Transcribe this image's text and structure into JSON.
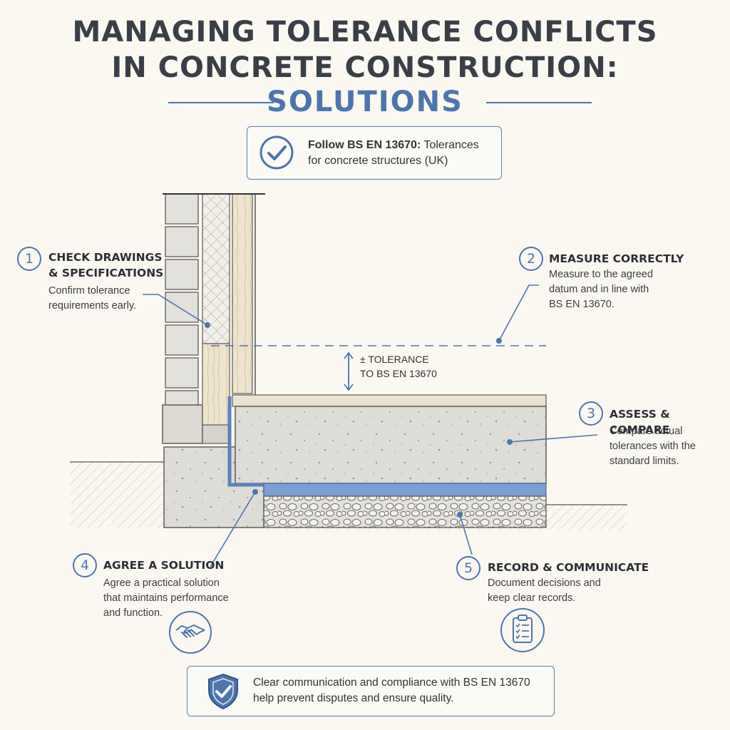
{
  "header": {
    "title_line1": "MANAGING TOLERANCE CONFLICTS",
    "title_line2": "IN CONCRETE CONSTRUCTION:",
    "subtitle": "SOLUTIONS"
  },
  "standard_box": {
    "icon": "check-circle-icon",
    "bold_text": "Follow BS EN 13670:",
    "text_line1": " Tolerances",
    "text_line2": "for concrete structures (UK)"
  },
  "tolerance_label": {
    "line1": "± TOLERANCE",
    "line2": "TO BS EN 13670"
  },
  "steps": [
    {
      "number": "1",
      "title_line1": "CHECK DRAWINGS",
      "title_line2": "& SPECIFICATIONS",
      "desc_line1": "Confirm tolerance",
      "desc_line2": "requirements early."
    },
    {
      "number": "2",
      "title_line1": "MEASURE CORRECTLY",
      "desc_line1": "Measure to the agreed",
      "desc_line2": "datum and in line with",
      "desc_line3": "BS EN 13670."
    },
    {
      "number": "3",
      "title_line1": "ASSESS & COMPARE",
      "desc_line1": "Compare actual",
      "desc_line2": "tolerances with the",
      "desc_line3": "standard limits."
    },
    {
      "number": "4",
      "title_line1": "AGREE A SOLUTION",
      "desc_line1": "Agree a practical solution",
      "desc_line2": "that maintains performance",
      "desc_line3": "and function.",
      "icon": "handshake-icon"
    },
    {
      "number": "5",
      "title_line1": "RECORD & COMMUNICATE",
      "desc_line1": "Document decisions and",
      "desc_line2": "keep clear records.",
      "icon": "clipboard-checklist-icon"
    }
  ],
  "footer_box": {
    "icon": "shield-check-icon",
    "line1": "Clear communication and compliance with BS EN 13670",
    "line2": "help prevent disputes and ensure quality."
  },
  "colors": {
    "accent": "#4d75ad",
    "title": "#3a3f47",
    "membrane": "#7b9fd4",
    "concrete": "#dedcd6",
    "background": "#faf8f1"
  }
}
